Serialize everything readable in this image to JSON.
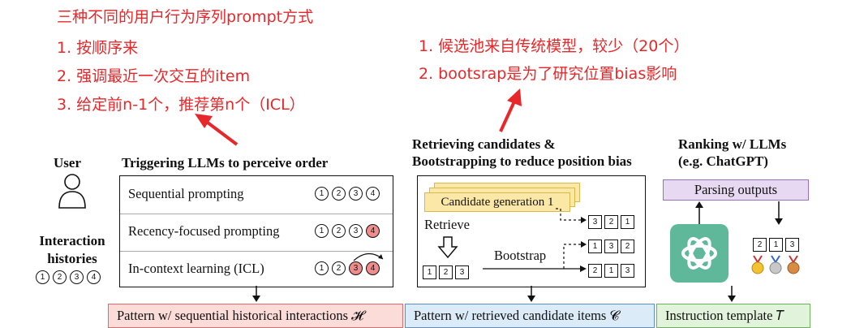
{
  "annotations": {
    "left": [
      "三种不同的用户行为序列prompt方式",
      "1. 按顺序来",
      "2. 强调最近一次交互的item",
      "3. 给定前n-1个，推荐第n个（ICL）"
    ],
    "right": [
      "1. 候选池来自传统模型，较少（20个）",
      "2. bootsrap是为了研究位置bias影响"
    ]
  },
  "user": {
    "label": "User",
    "histories_label": "Interaction\nhistories",
    "items": [
      "1",
      "2",
      "3",
      "4"
    ]
  },
  "trigger": {
    "header": "Triggering LLMs to perceive order",
    "rows": [
      {
        "label": "Sequential prompting",
        "items": [
          "1",
          "2",
          "3",
          "4"
        ],
        "highlight": []
      },
      {
        "label": "Recency-focused prompting",
        "items": [
          "1",
          "2",
          "3",
          "4"
        ],
        "highlight": [
          "4"
        ]
      },
      {
        "label": "In-context learning (ICL)",
        "items": [
          "1",
          "2",
          "3",
          "4"
        ],
        "highlight": [
          "3",
          "4"
        ]
      }
    ],
    "pattern": "Pattern w/ sequential historical interactions 𝓗"
  },
  "retrieve": {
    "header": "Retrieving candidates &\nBootstrapping to reduce position bias",
    "candidate_label": "Candidate generation 1",
    "retrieve_label": "Retrieve",
    "bootstrap_label": "Bootstrap",
    "base_items": [
      "1",
      "2",
      "3"
    ],
    "permutations": [
      [
        "3",
        "2",
        "1"
      ],
      [
        "1",
        "3",
        "2"
      ],
      [
        "2",
        "1",
        "3"
      ]
    ],
    "pattern": "Pattern w/ retrieved candidate items 𝓒"
  },
  "ranking": {
    "header": "Ranking w/ LLMs\n(e.g. ChatGPT)",
    "parsing_label": "Parsing outputs",
    "ranked_items": [
      "2",
      "1",
      "3"
    ],
    "instruction": "Instruction template 𝑇"
  },
  "colors": {
    "annotation": "#e8272a",
    "red_fill": "#f08c8c",
    "yellow": "#fbe8a6",
    "purple_fill": "#e8d9f2",
    "purple_border": "#9b6fc0",
    "green": "#5fb89a",
    "pink_bar": "#fbdcd9",
    "blue_bar": "#dcebf8",
    "green_bar": "#e2f3dc"
  }
}
